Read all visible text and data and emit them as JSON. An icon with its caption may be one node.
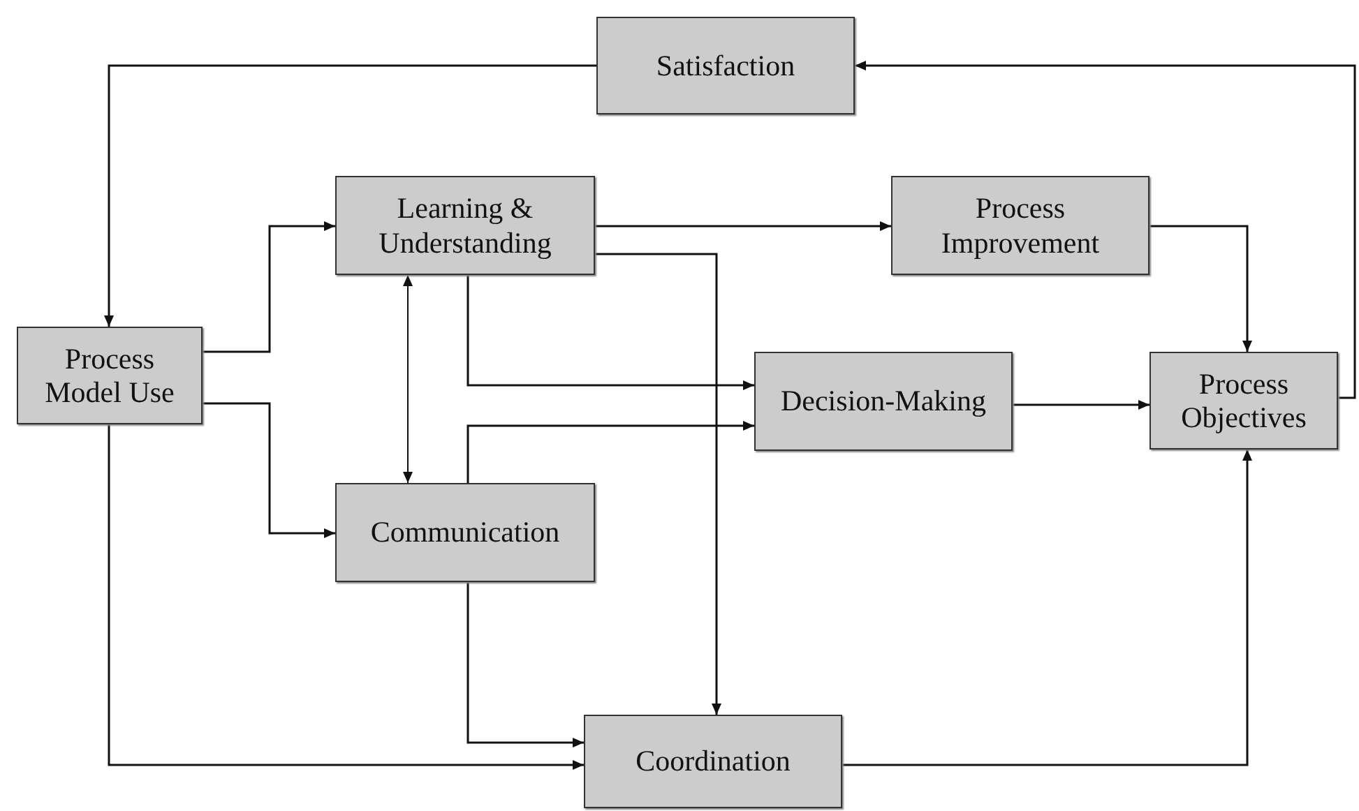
{
  "diagram": {
    "nodes": [
      {
        "text": [
          "Satisfaction"
        ]
      },
      {
        "text": [
          "Learning & Understanding"
        ]
      },
      {
        "text": [
          "Process Improvement"
        ]
      },
      {
        "text": [
          "Process Model Use"
        ]
      },
      {
        "text": [
          "Decision-Making"
        ]
      },
      {
        "text": [
          "Process Objectives"
        ]
      },
      {
        "text": [
          "Communication"
        ]
      },
      {
        "text": [
          "Coordination"
        ]
      }
    ],
    "edges": [
      {
        "from": 0,
        "to": 3,
        "arrow": "to"
      },
      {
        "from": 5,
        "to": 0,
        "arrow": "to"
      },
      {
        "from": 3,
        "to": 1,
        "arrow": "to"
      },
      {
        "from": 3,
        "to": 6,
        "arrow": "to"
      },
      {
        "from": 3,
        "to": 7,
        "arrow": "to"
      },
      {
        "from": 1,
        "to": 2,
        "arrow": "to"
      },
      {
        "from": 1,
        "to": 7,
        "arrow": "to"
      },
      {
        "from": 1,
        "to": 4,
        "arrow": "to"
      },
      {
        "from": 1,
        "to": 6,
        "arrow": "both"
      },
      {
        "from": 6,
        "to": 4,
        "arrow": "to"
      },
      {
        "from": 6,
        "to": 7,
        "arrow": "to"
      },
      {
        "from": 2,
        "to": 5,
        "arrow": "to"
      },
      {
        "from": 4,
        "to": 5,
        "arrow": "to"
      },
      {
        "from": 7,
        "to": 5,
        "arrow": "to"
      }
    ]
  }
}
